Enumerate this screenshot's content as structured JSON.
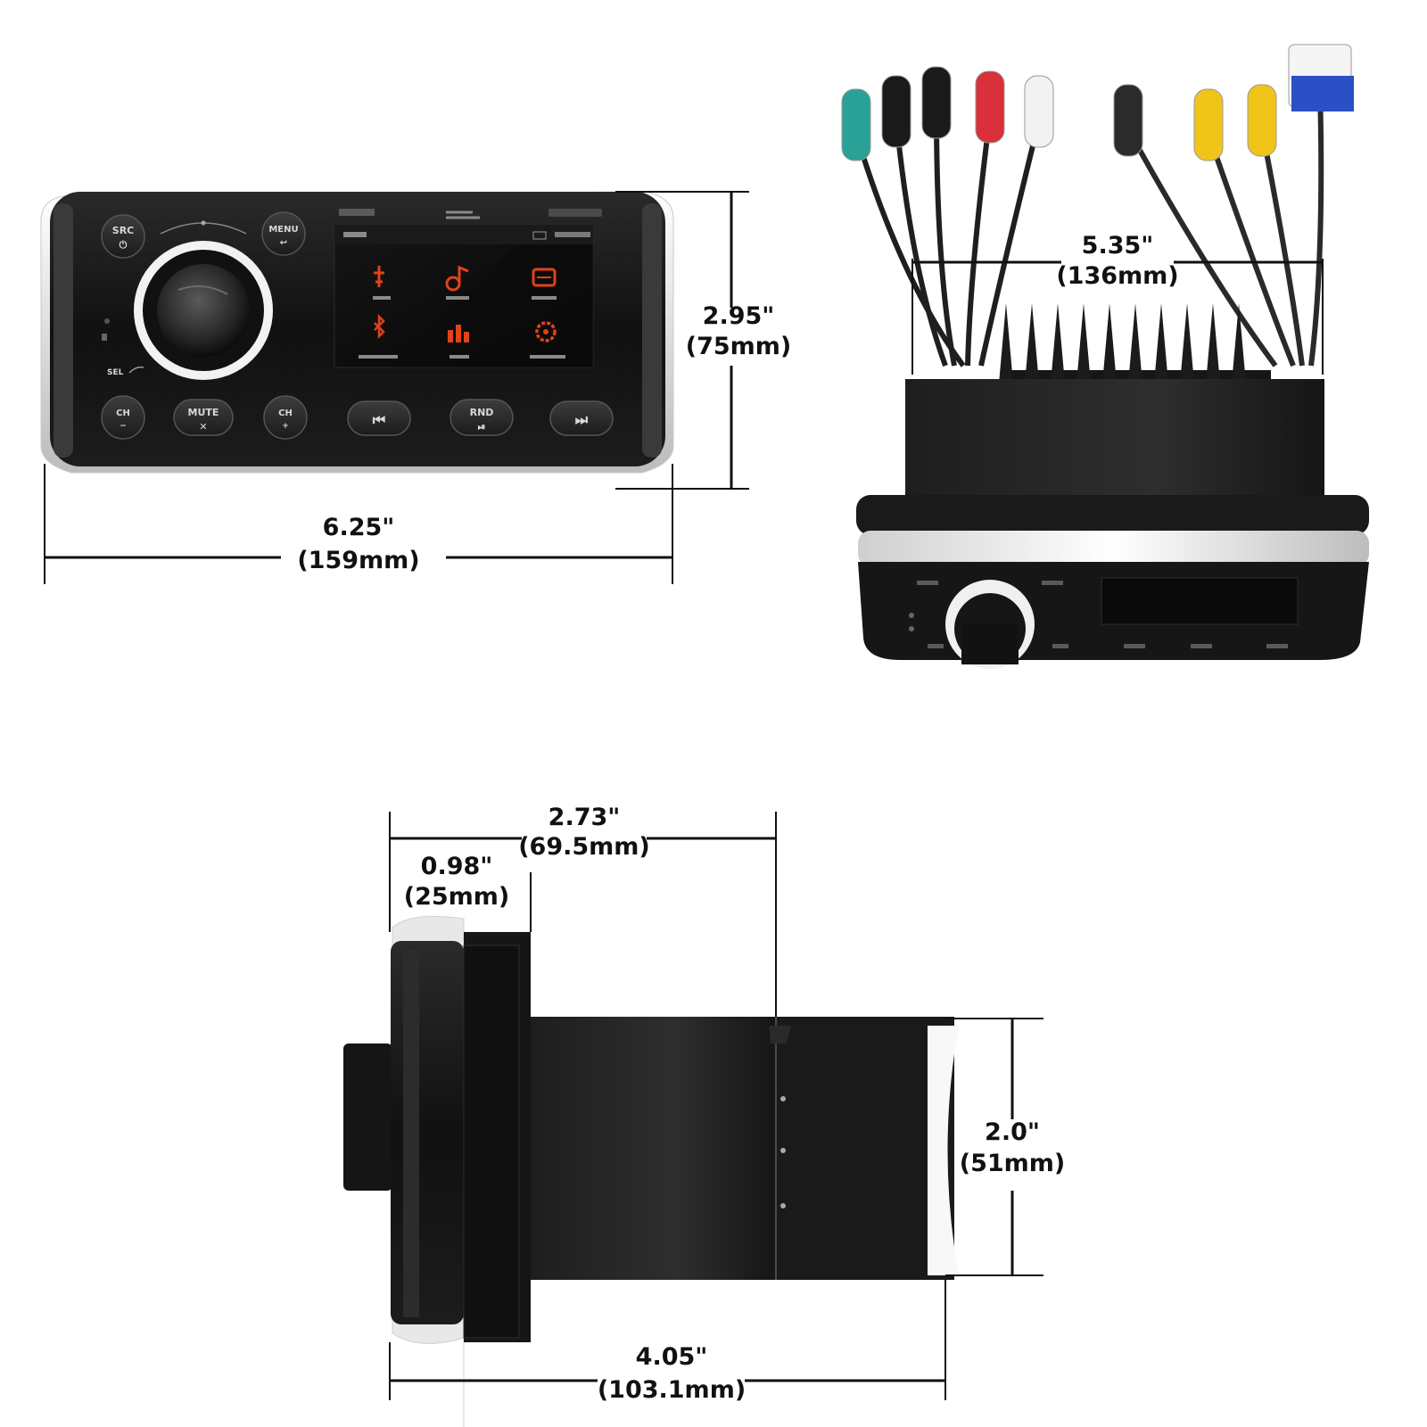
{
  "colors": {
    "background": "#ffffff",
    "device_body": "#121212",
    "bezel_silver": "#e8e8e8",
    "screen_accent": "#e0421a",
    "dimension_line": "#111111"
  },
  "front_view": {
    "buttons": {
      "src": "SRC",
      "menu": "MENU",
      "mute": "MUTE",
      "rnd": "RND",
      "sel": "SEL",
      "ch_left": "CH",
      "ch_right": "CH"
    },
    "dimensions": {
      "height_in": "2.95\"",
      "height_mm": "(75mm)",
      "width_in": "6.25\"",
      "width_mm": "(159mm)"
    }
  },
  "rear_view": {
    "dimensions": {
      "width_in": "5.35\"",
      "width_mm": "(136mm)"
    },
    "cable_colors": [
      "#2aa197",
      "#1a1a1a",
      "#1a1a1a",
      "#d9303b",
      "#f2f2f2",
      "#2b2b2b",
      "#f0c419",
      "#f0c419",
      "#f5f5f5"
    ]
  },
  "side_view": {
    "dimensions": {
      "depth_total_in": "2.73\"",
      "depth_total_mm": "(69.5mm)",
      "bezel_in": "0.98\"",
      "bezel_mm": "(25mm)",
      "chassis_height_in": "2.0\"",
      "chassis_height_mm": "(51mm)",
      "overall_depth_in": "4.05\"",
      "overall_depth_mm": "(103.1mm)"
    }
  }
}
